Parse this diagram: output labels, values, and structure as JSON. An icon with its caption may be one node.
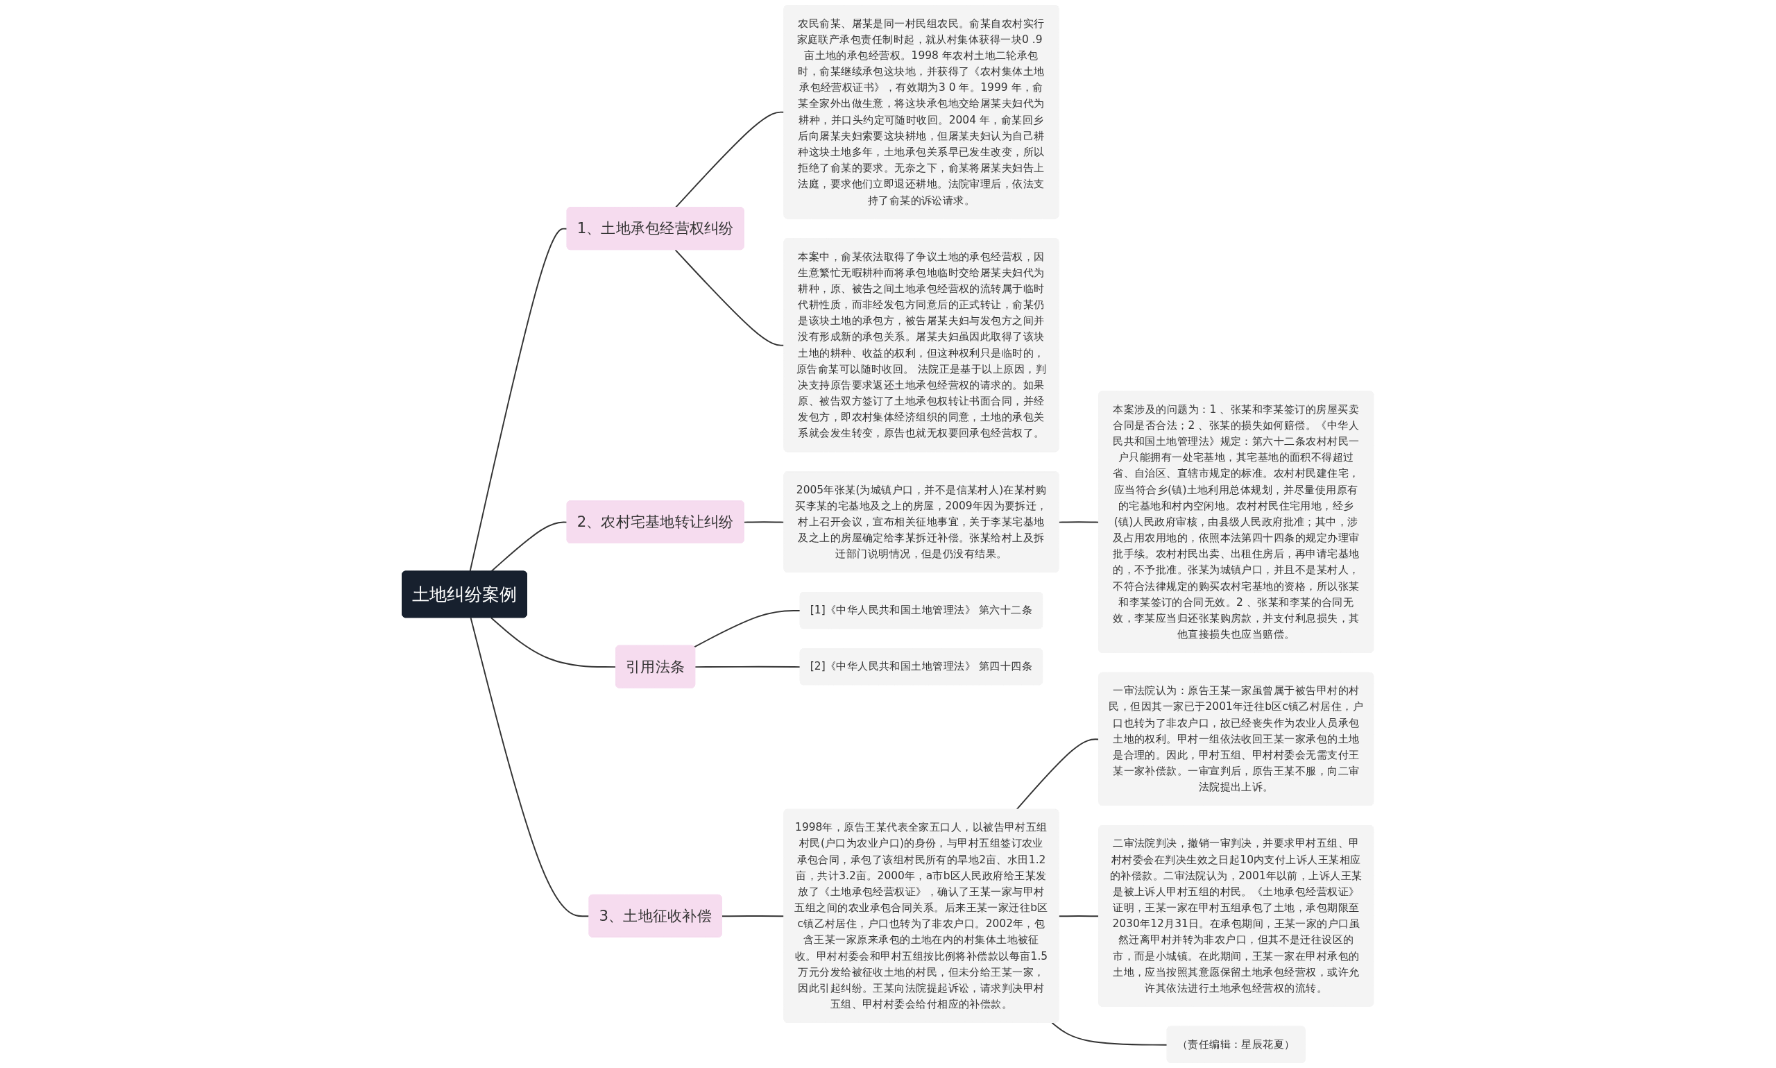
{
  "diagram": {
    "nodes": [
      {
        "text": [
          "土地纠纷案例"
        ]
      },
      {
        "text": [
          "1、土地承包经营权纠纷"
        ]
      },
      {
        "text": [
          "农民俞某、屠某是同一村民组农民。俞某自农村实行家庭联产承包责任制时起，就从村集体获得一块0 .9 亩土地的承包经营权。1998 年农村土地二轮承包时，俞某继续承包这块地，并获得了《农村集体土地承包经营权证书》，有效期为3 0 年。1999 年，俞某全家外出做生意，将这块承包地交给屠某夫妇代为耕种，并口头约定可随时收回。2004 年，俞某回乡后向屠某夫妇索要这块耕地，但屠某夫妇认为自己耕种这块土地多年，土地承包关系早已发生改变，所以拒绝了俞某的要求。无奈之下，俞某将屠某夫妇告上法庭，要求他们立即退还耕地。法院审理后，依法支持了俞某的诉讼请求。"
        ]
      },
      {
        "text": [
          "本案中，俞某依法取得了争议土地的承包经营权，因生意繁忙无暇耕种而将承包地临时交给屠某夫妇代为耕种，原、被告之间土地承包经营权的流转属于临时代耕性质，而非经发包方同意后的正式转让，俞某仍是该块土地的承包方，被告屠某夫妇与发包方之间并没有形成新的承包关系。屠某夫妇虽因此取得了该块土地的耕种、收益的权利，但这种权利只是临时的，原告俞某可以随时收回。 法院正是基于以上原因，判决支持原告要求返还土地承包经营权的请求的。如果原、被告双方签订了土地承包权转让书面合同，并经发包方，即农村集体经济组织的同意，土地的承包关系就会发生转变，原告也就无权要回承包经营权了。"
        ]
      },
      {
        "text": [
          "2、农村宅基地转让纠纷"
        ]
      },
      {
        "text": [
          "2005年张某(为城镇户口，并不是信某村人)在某村购买李某的宅基地及之上的房屋，2009年因为要拆迁，村上召开会议，宣布相关征地事宜，关于李某宅基地及之上的房屋确定给李某拆迁补偿。张某给村上及拆迁部门说明情况，但是仍没有结果。"
        ]
      },
      {
        "text": [
          "本案涉及的问题为：1 、张某和李某签订的房屋买卖合同是否合法；2 、张某的损失如何赔偿。《中华人民共和国土地管理法》规定：第六十二条农村村民一户只能拥有一处宅基地，其宅基地的面积不得超过省、自治区、直辖市规定的标准。农村村民建住宅，应当符合乡(镇)土地利用总体规划，并尽量使用原有的宅基地和村内空闲地。农村村民住宅用地，经乡(镇)人民政府审核，由县级人民政府批准；其中，涉及占用农用地的，依照本法第四十四条的规定办理审批手续。农村村民出卖、出租住房后，再申请宅基地的，不予批准。张某为城镇户口，并且不是某村人，不符合法律规定的购买农村宅基地的资格，所以张某和李某签订的合同无效。2 、张某和李某的合同无效，李某应当归还张某购房款，并支付利息损失，其他直接损失也应当赔偿。"
        ]
      },
      {
        "text": [
          "引用法条"
        ]
      },
      {
        "text": [
          "[1]《中华人民共和国土地管理法》 第六十二条"
        ]
      },
      {
        "text": [
          "[2]《中华人民共和国土地管理法》 第四十四条"
        ]
      },
      {
        "text": [
          "3、土地征收补偿"
        ]
      },
      {
        "text": [
          "1998年，原告王某代表全家五口人，以被告甲村五组村民(户口为农业户口)的身份，与甲村五组签订农业承包合同，承包了该组村民所有的旱地2亩、水田1.2亩，共计3.2亩。2000年，a市b区人民政府给王某发放了《土地承包经营权证》，确认了王某一家与甲村五组之间的农业承包合同关系。后来王某一家迁往b区c镇乙村居住，户口也转为了非农户口。2002年，包含王某一家原来承包的土地在内的村集体土地被征收。甲村村委会和甲村五组按比例将补偿款以每亩1.5万元分发给被征收土地的村民，但未分给王某一家，因此引起纠纷。王某向法院提起诉讼，请求判决甲村五组、甲村村委会给付相应的补偿款。"
        ]
      },
      {
        "text": [
          "一审法院认为：原告王某一家虽曾属于被告甲村的村民，但因其一家已于2001年迁往b区c镇乙村居住，户口也转为了非农户口，故已经丧失作为农业人员承包土地的权利。甲村一组依法收回王某一家承包的土地是合理的。因此，甲村五组、甲村村委会无需支付王某一家补偿款。一审宣判后，原告王某不服，向二审法院提出上诉。"
        ]
      },
      {
        "text": [
          "二审法院判决，撤销一审判决，并要求甲村五组、甲村村委会在判决生效之日起10内支付上诉人王某相应的补偿款。二审法院认为，2001年以前，上诉人王某是被上诉人甲村五组的村民。《土地承包经营权证》证明，王某一家在甲村五组承包了土地，承包期限至2030年12月31日。在承包期间，王某一家的户口虽然迁离甲村并转为非农户口，但其不是迁往设区的市，而是小城镇。在此期间，王某一家在甲村承包的土地，应当按照其意愿保留土地承包经营权，或许允许其依法进行土地承包经营权的流转。"
        ]
      },
      {
        "text": [
          "（责任编辑：星辰花夏）"
        ]
      }
    ],
    "edges": [
      {
        "from": 0,
        "to": 1,
        "arrow": "none"
      },
      {
        "from": 1,
        "to": 2,
        "arrow": "none"
      },
      {
        "from": 1,
        "to": 3,
        "arrow": "none"
      },
      {
        "from": 0,
        "to": 4,
        "arrow": "none"
      },
      {
        "from": 4,
        "to": 5,
        "arrow": "none"
      },
      {
        "from": 5,
        "to": 6,
        "arrow": "none"
      },
      {
        "from": 0,
        "to": 7,
        "arrow": "none"
      },
      {
        "from": 7,
        "to": 8,
        "arrow": "none"
      },
      {
        "from": 7,
        "to": 9,
        "arrow": "none"
      },
      {
        "from": 0,
        "to": 10,
        "arrow": "none"
      },
      {
        "from": 10,
        "to": 11,
        "arrow": "none"
      },
      {
        "from": 11,
        "to": 12,
        "arrow": "none"
      },
      {
        "from": 11,
        "to": 13,
        "arrow": "none"
      },
      {
        "from": 11,
        "to": 14,
        "arrow": "none"
      }
    ]
  }
}
